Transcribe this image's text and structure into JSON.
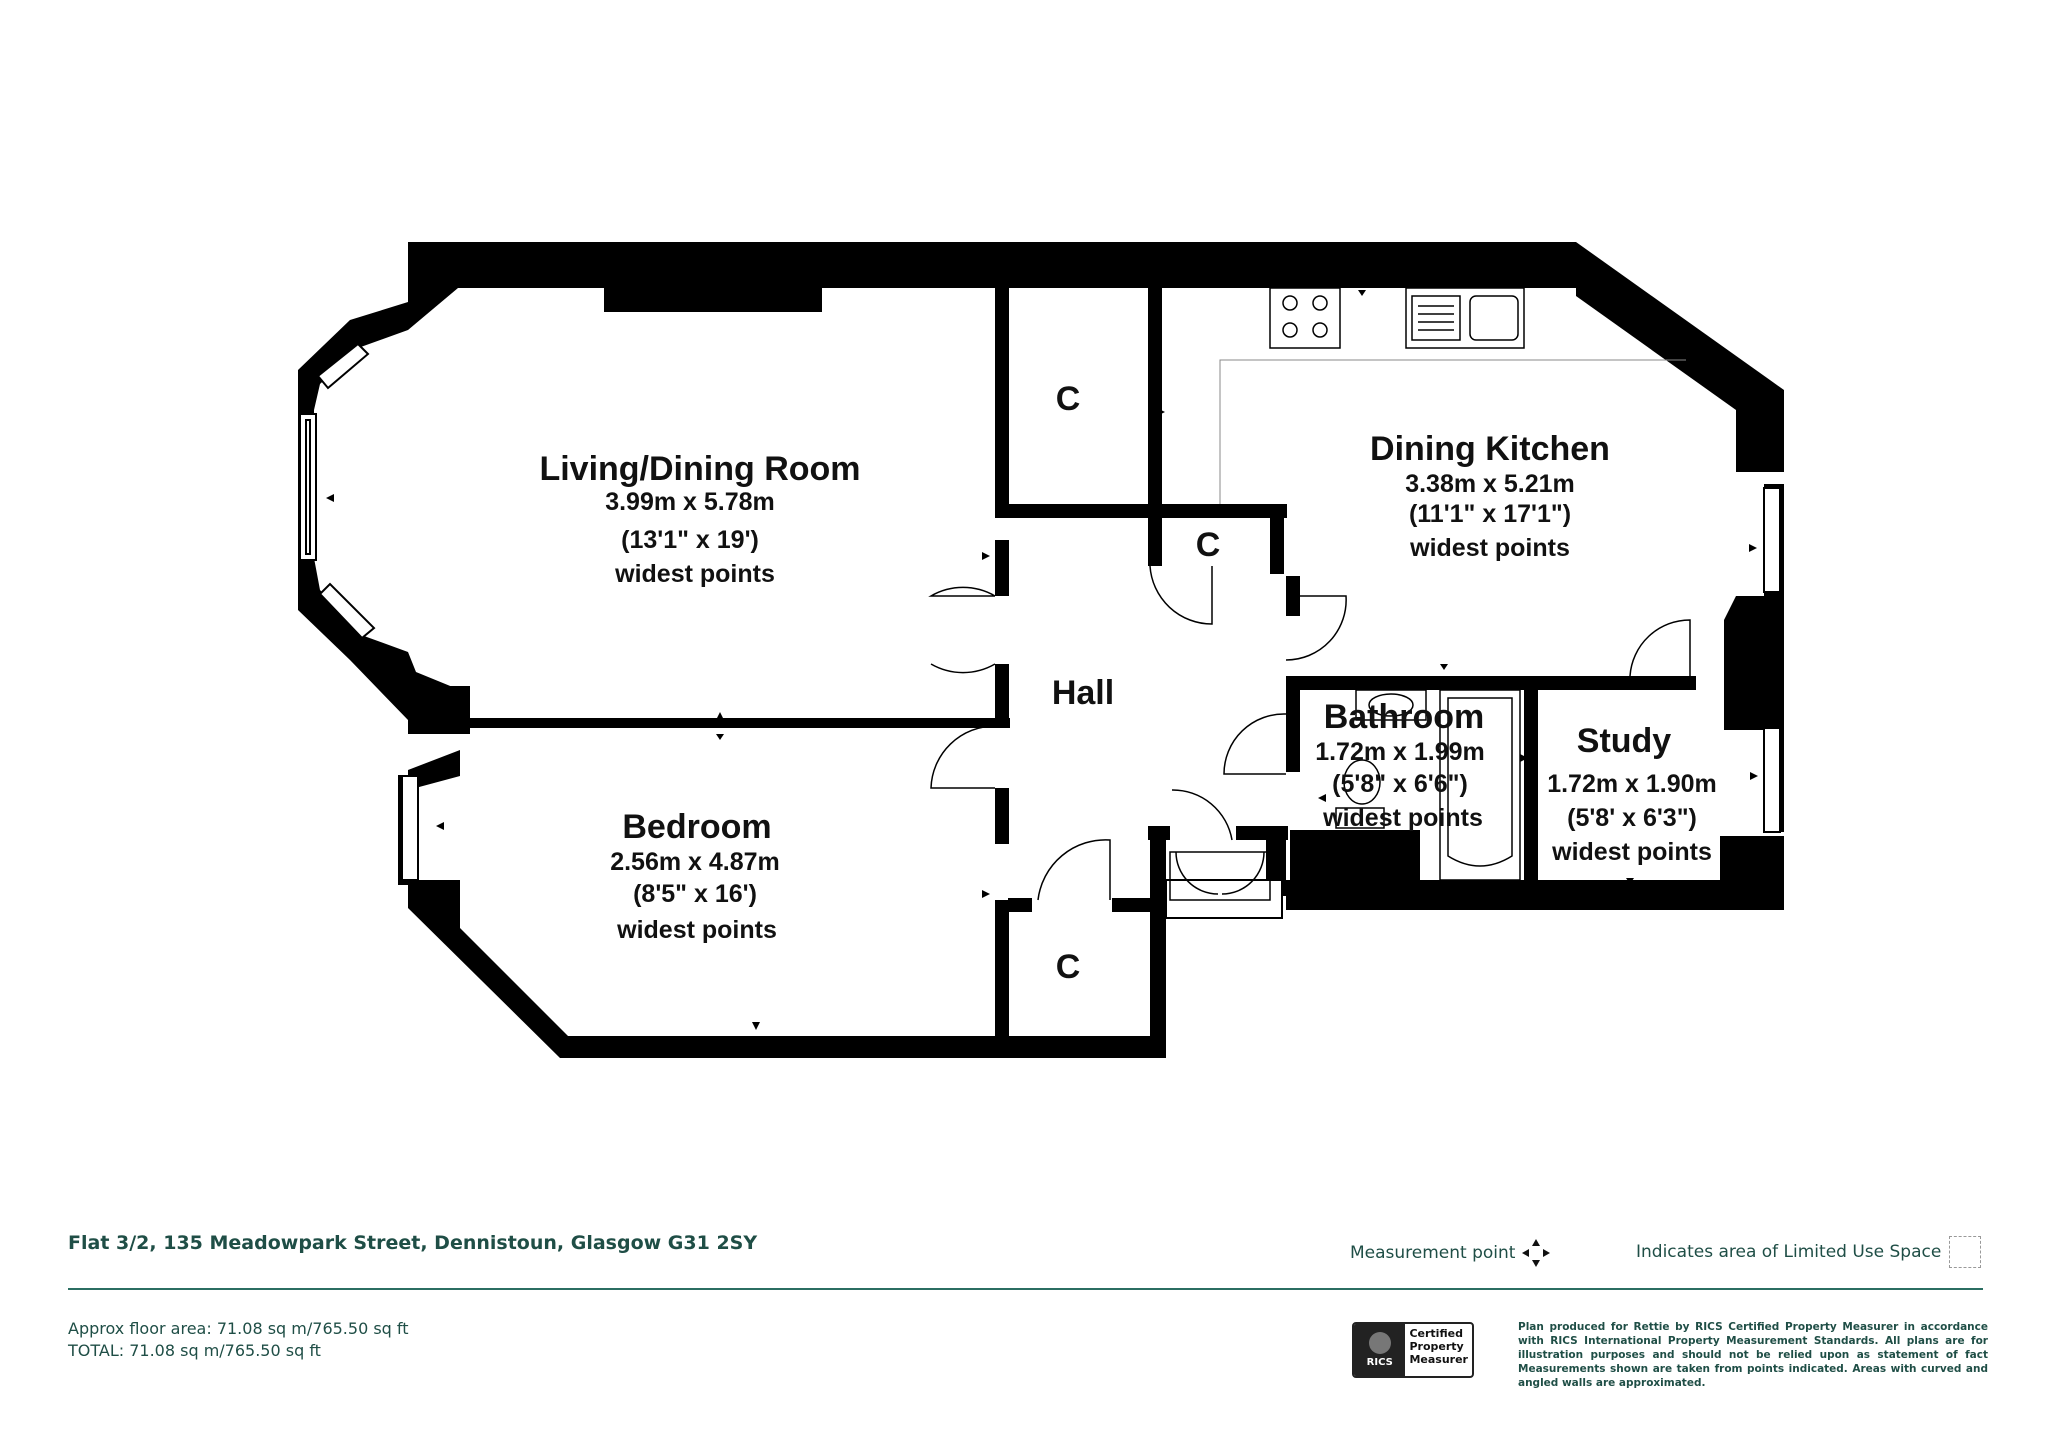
{
  "rooms": {
    "living": {
      "name": "Living/Dining Room",
      "dims": "3.99m x 5.78m",
      "imperial": "(13'1\" x 19')",
      "note": "widest points"
    },
    "kitchen": {
      "name": "Dining Kitchen",
      "dims": "3.38m x 5.21m",
      "imperial": "(11'1\" x 17'1\")",
      "note": "widest points"
    },
    "bedroom": {
      "name": "Bedroom",
      "dims": "2.56m x 4.87m",
      "imperial": "(8'5\" x 16')",
      "note": "widest points"
    },
    "bathroom": {
      "name": "Bathroom",
      "dims": "1.72m x 1.99m",
      "imperial": "(5'8\" x 6'6\")",
      "note": "widest points"
    },
    "study": {
      "name": "Study",
      "dims": "1.72m x 1.90m",
      "imperial": "(5'8' x 6'3\")",
      "note": "widest points"
    },
    "hall": {
      "name": "Hall"
    },
    "cupboard_1": {
      "name": "C"
    },
    "cupboard_2": {
      "name": "C"
    },
    "cupboard_3": {
      "name": "C"
    }
  },
  "footer": {
    "address": "Flat 3/2, 135 Meadowpark Street, Dennistoun, Glasgow G31 2SY",
    "area_line_1": "Approx floor area: 71.08 sq m/765.50 sq ft",
    "area_line_2": "TOTAL: 71.08 sq m/765.50 sq ft",
    "legend_measurement": "Measurement point",
    "legend_limited": "Indicates area of  Limited Use Space",
    "rics_logo": "RICS",
    "rics_line_1": "Certified",
    "rics_line_2": "Property",
    "rics_line_3": "Measurer",
    "disclaimer": "Plan produced for Rettie by RICS Certified Property Measurer in accordance with RICS International Property  Measurement Standards.  All plans are for illustration purposes and should not be relied upon as statement of fact Measurements shown are taken from points indicated. Areas with curved and angled walls are approximated."
  },
  "colors": {
    "wall": "#000000",
    "accent": "#1f4e46",
    "rule": "#2b6e62"
  }
}
